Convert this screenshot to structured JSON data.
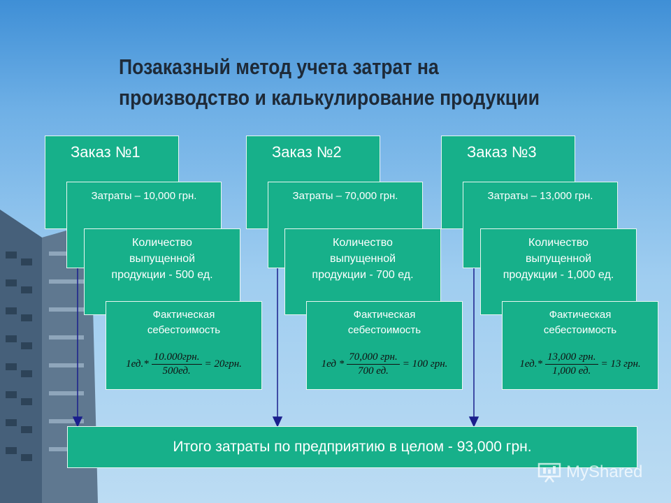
{
  "title_line1": "Позаказный метод учета затрат на",
  "title_line2": "производство и калькулирование продукции",
  "orders": [
    {
      "order_label": "Заказ №1",
      "cost_label": "Затраты – 10,000 грн.",
      "qty_line1": "Количество",
      "qty_line2": "выпущенной",
      "qty_line3": "продукции  - 500 ед.",
      "fact_line1": "Фактическая",
      "fact_line2": "себестоимость",
      "formula_lead": "1ед.*",
      "formula_num": "10.000грн.",
      "formula_den": "500ед.",
      "formula_result": "= 20грн."
    },
    {
      "order_label": "Заказ №2",
      "cost_label": "Затраты – 70,000 грн.",
      "qty_line1": "Количество",
      "qty_line2": "выпущенной",
      "qty_line3": "продукции  - 700 ед.",
      "fact_line1": "Фактическая",
      "fact_line2": "себестоимость",
      "formula_lead": "1ед *",
      "formula_num": "70,000 грн.",
      "formula_den": "700 ед.",
      "formula_result": "= 100 грн."
    },
    {
      "order_label": "Заказ №3",
      "cost_label": "Затраты – 13,000 грн.",
      "qty_line1": "Количество",
      "qty_line2": "выпущенной",
      "qty_line3": "продукции  - 1,000 ед.",
      "fact_line1": "Фактическая",
      "fact_line2": "себестоимость",
      "formula_lead": "1ед.*",
      "formula_num": "13,000 грн.",
      "formula_den": "1,000 ед.",
      "formula_result": "= 13 грн."
    }
  ],
  "total_label": "Итого затраты по предприятию в целом - 93,000 грн.",
  "watermark_text": "MyShared",
  "colors": {
    "box_fill": "#17b08a",
    "arrow": "#1a1f8c",
    "title": "#1e2a38"
  }
}
